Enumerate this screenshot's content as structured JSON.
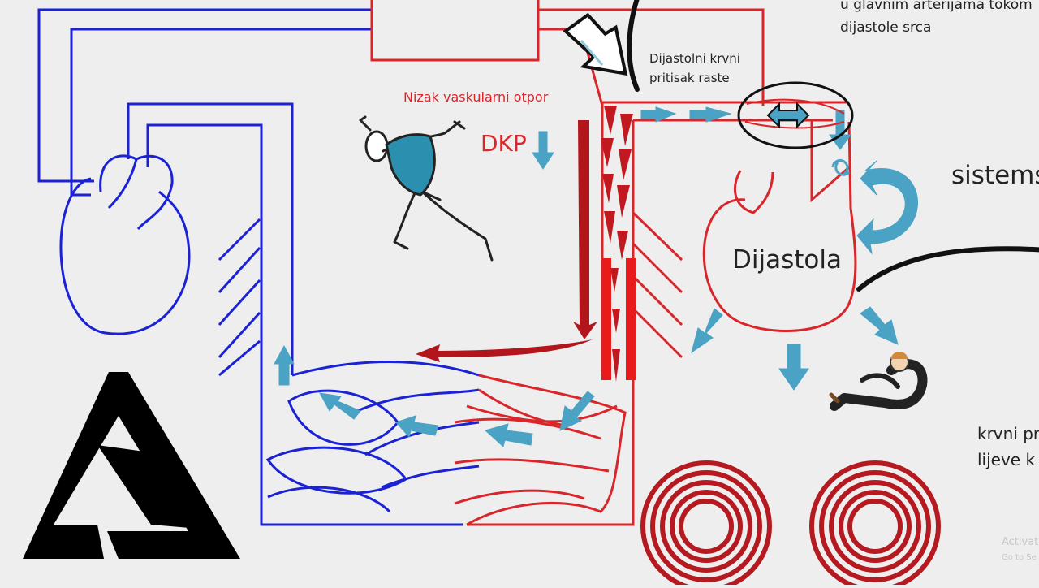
{
  "texts": {
    "arteries_caption": [
      "u glavnim arterijama tokom",
      "dijastole srca"
    ],
    "dkp_rises": [
      "Dijastolni krvni",
      "pritisak raste"
    ],
    "low_resistance": "Nizak vaskularni otpor",
    "dkp": "DKP",
    "diastole": "Dijastola",
    "systemic": "sistems",
    "pressure_caption": [
      "krvni pr",
      "lijeve k"
    ],
    "activate_windows": [
      "Activat",
      "Go to Se"
    ]
  },
  "colors": {
    "vein_blue": "#1b22d6",
    "artery_red": "#d9262b",
    "accent_cyan": "#4aa3c4",
    "arrow_dark_red": "#b2161c",
    "ink": "#111111",
    "background": "#eeeeee"
  },
  "icons": [
    "running-person-icon",
    "reclining-person-icon",
    "logo-triangle-icon",
    "rotate-arrow-icon",
    "cycle-arrow-icon",
    "double-arrow-icon"
  ]
}
